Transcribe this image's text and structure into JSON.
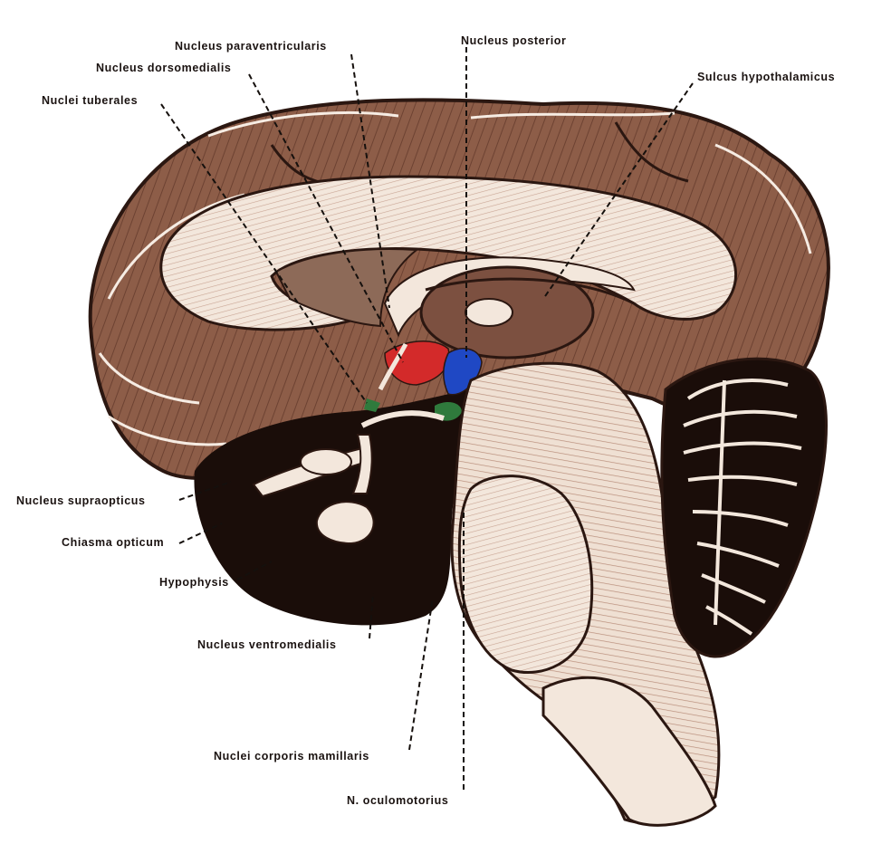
{
  "labels": {
    "nucleus_paraventricularis": "Nucleus paraventricularis",
    "nucleus_posterior": "Nucleus posterior",
    "nucleus_dorsomedialis": "Nucleus dorsomedialis",
    "sulcus_hypothalamicus": "Sulcus hypothalamicus",
    "nuclei_tuberales": "Nuclei tuberales",
    "nucleus_supraopticus": "Nucleus supraopticus",
    "chiasma_opticum": "Chiasma opticum",
    "hypophysis": "Hypophysis",
    "nucleus_ventromedialis": "Nucleus ventromedialis",
    "nuclei_corporis_mamillaris": "Nuclei corporis mamillaris",
    "n_oculomotorius": "N. oculomotorius"
  },
  "colors": {
    "background": "#ffffff",
    "cortex": "#8a5a45",
    "cortex_dark": "#3b2219",
    "white_matter": "#f3e7dc",
    "dark_fill": "#1a0d09",
    "nucleus_red": "#d32a2a",
    "nucleus_blue": "#1f48c4",
    "nucleus_green": "#2f7a3c",
    "label_text": "#1a1210"
  }
}
